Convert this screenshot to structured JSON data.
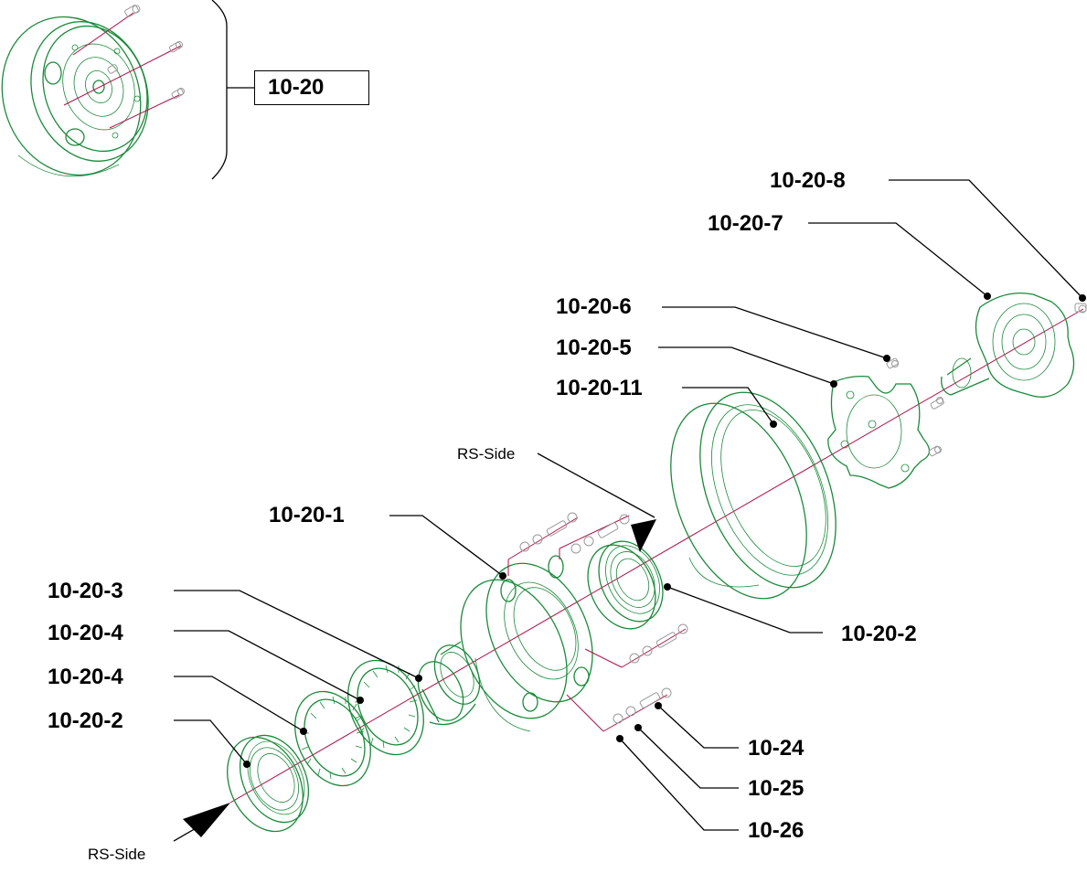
{
  "assembly_label": "10-20",
  "labels": {
    "p8": "10-20-8",
    "p7": "10-20-7",
    "p6": "10-20-6",
    "p5": "10-20-5",
    "p11": "10-20-11",
    "p1": "10-20-1",
    "p3": "10-20-3",
    "p4a": "10-20-4",
    "p4b": "10-20-4",
    "p2a": "10-20-2",
    "p2b": "10-20-2",
    "p24": "10-24",
    "p25": "10-25",
    "p26": "10-26"
  },
  "side_labels": {
    "top": "RS-Side",
    "bottom": "RS-Side"
  },
  "colors": {
    "part_line": "#1a8a3a",
    "axis_line": "#b0124a",
    "leader": "#000000"
  }
}
